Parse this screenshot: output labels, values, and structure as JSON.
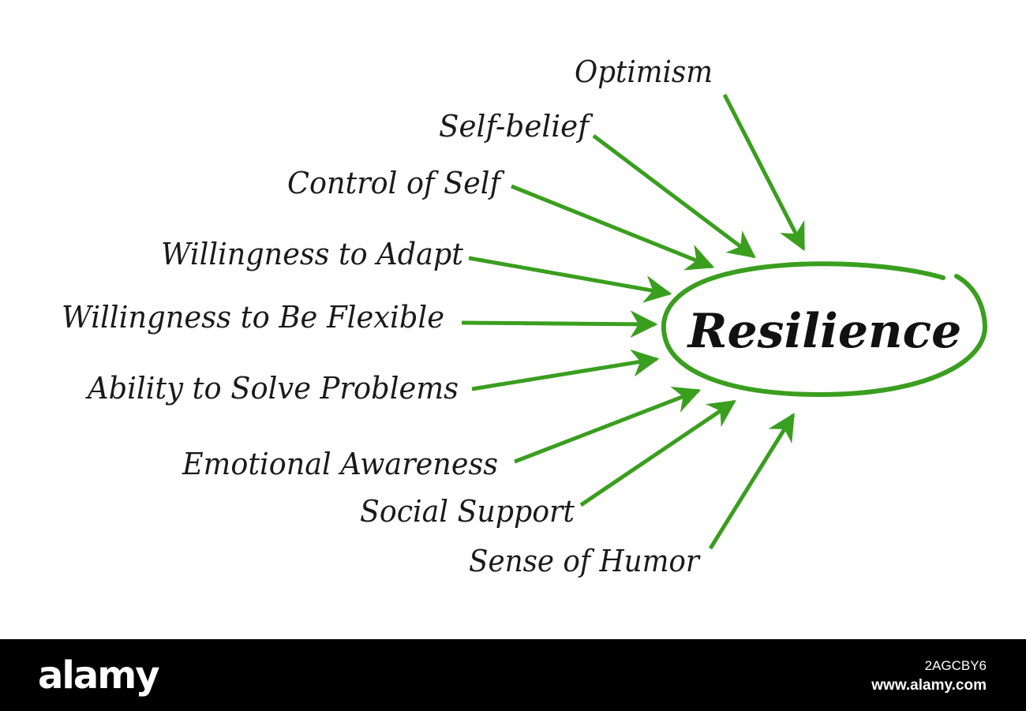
{
  "diagram": {
    "center": "Resilience",
    "factors": [
      "Optimism",
      "Self-belief",
      "Control of Self",
      "Willingness to Adapt",
      "Willingness to Be Flexible",
      "Ability to Solve Problems",
      "Emotional Awareness",
      "Social Support",
      "Sense of Humor"
    ],
    "colors": {
      "arrow": "#3a9e1e",
      "ellipse": "#3a9e1e",
      "text": "#111111"
    }
  },
  "watermark": {
    "brand": "alamy",
    "image_id": "2AGCBY6",
    "site": "www.alamy.com"
  }
}
